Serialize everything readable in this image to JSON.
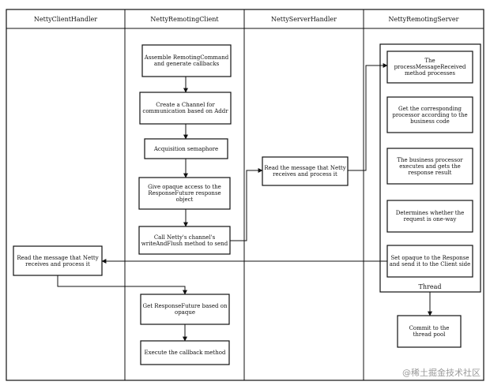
{
  "lanes": [
    {
      "id": "client_handler",
      "title": "NettyClientHandler"
    },
    {
      "id": "remoting_client",
      "title": "NettyRemotingClient"
    },
    {
      "id": "server_handler",
      "title": "NettyServerHandler"
    },
    {
      "id": "remoting_server",
      "title": "NettyRemotingServer"
    }
  ],
  "nodes": {
    "assemble": "Assemble RemotingCommand and generate callbacks",
    "create_channel": "Create a Channel for communication based on Addr",
    "acquire": "Acquisition semaphore",
    "give_opaque": "Give opaque access to the ResponseFuture response object",
    "write_flush": "Call Netty's channel's writeAndFlush method to send",
    "server_read": "Read the message that Netty receives and process it",
    "process_received": "The processMessageReceived method processes",
    "get_processor": "Get the corresponding processor according to the business code",
    "business_exec": "The business processor executes and gets the response result",
    "one_way": "Determines whether the request is one-way",
    "set_opaque": "Set opaque to the Response and send it to the Client side",
    "commit_pool": "Commit to the thread pool",
    "client_read": "Read the message that Netty receives and process it",
    "get_future": "Get ResponseFuture based on opaque",
    "exec_callback": "Execute the callback method"
  },
  "thread_label": "Thread",
  "watermark": "@稀土掘金技术社区",
  "colors": {
    "line": "#111111",
    "background": "#ffffff",
    "watermark": "#9a9a9a"
  }
}
